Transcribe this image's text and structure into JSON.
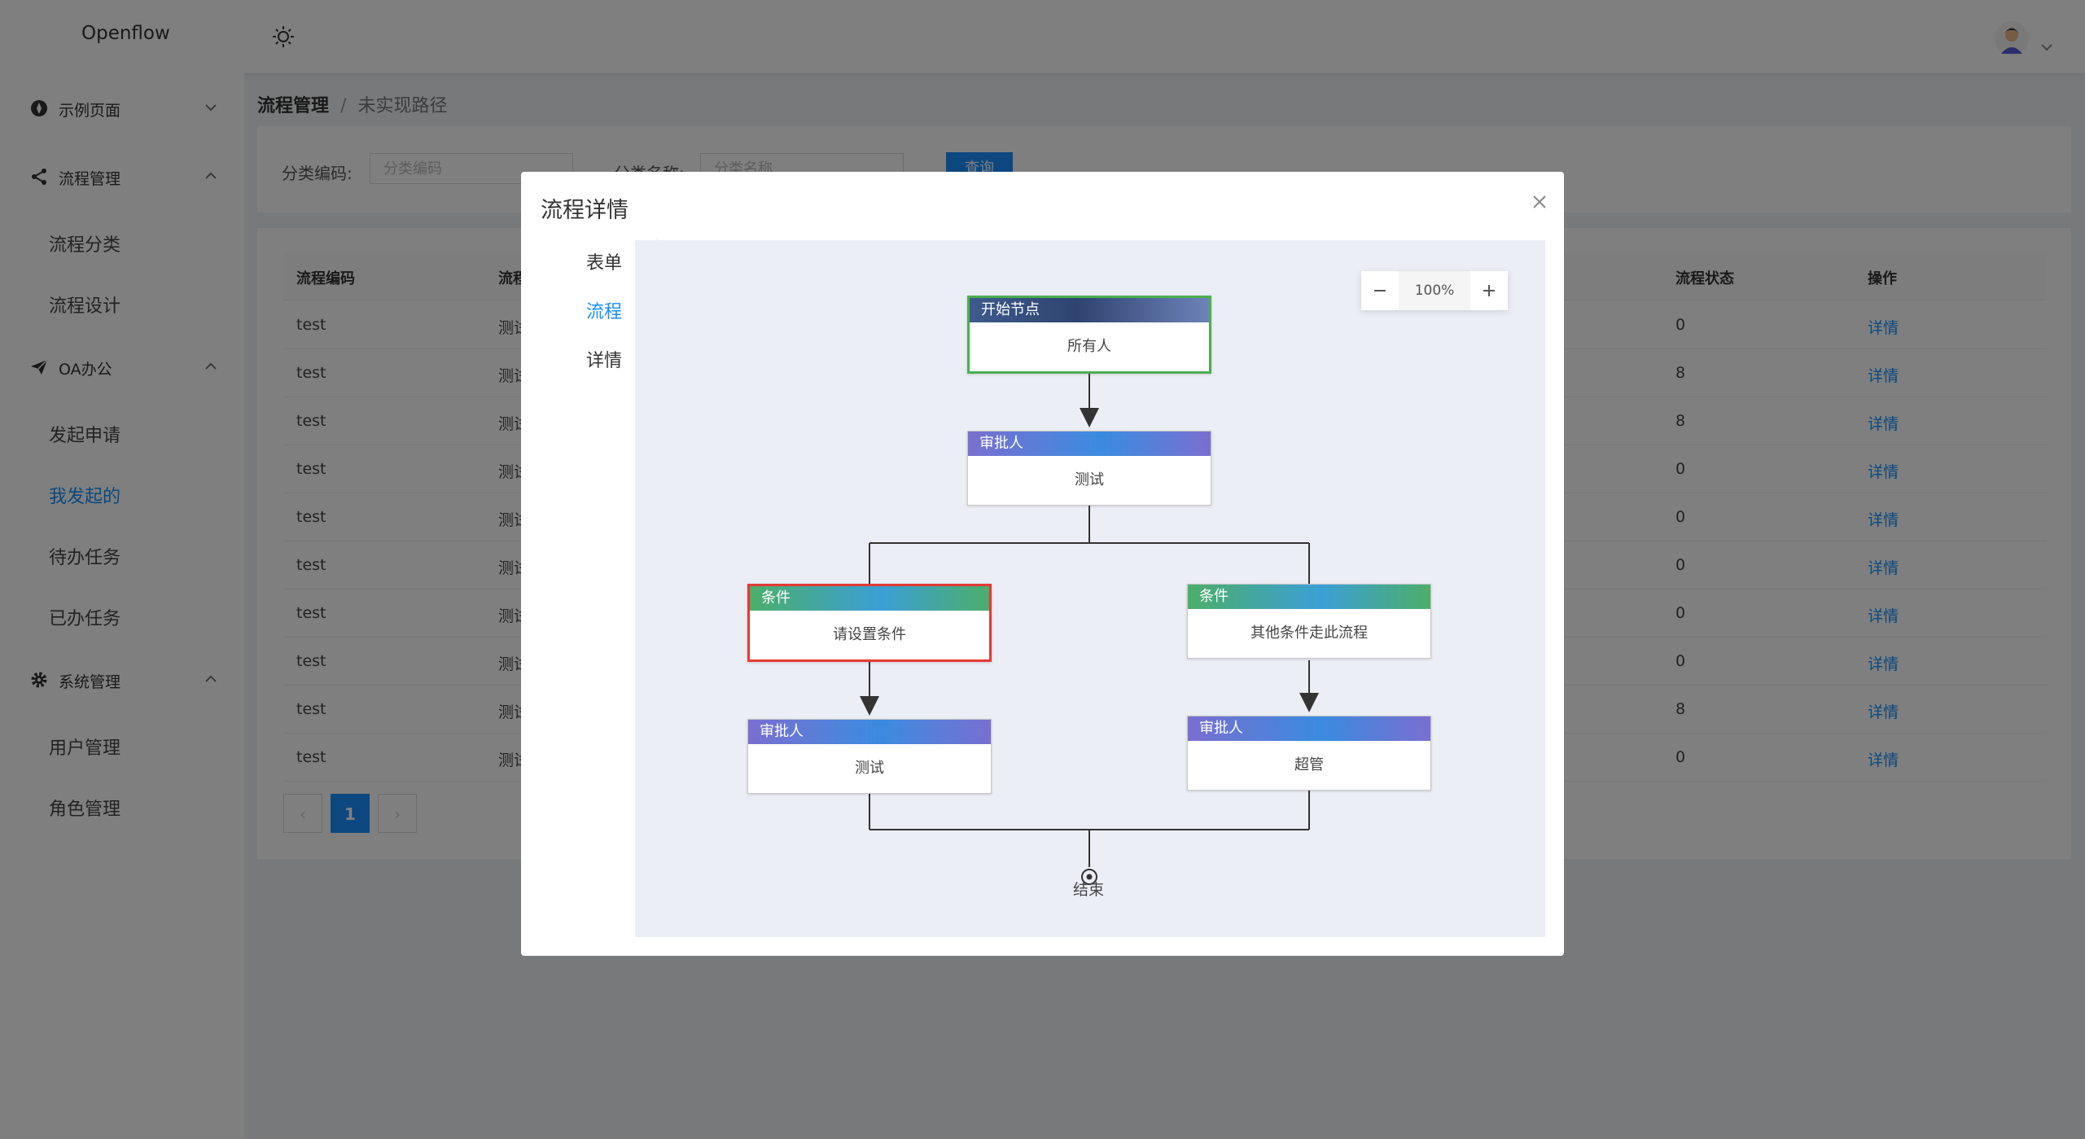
{
  "app": {
    "brand": "Openflow",
    "icons": {
      "theme": "sun-icon",
      "avatar": "user-avatar",
      "caret": "chevron-down-icon"
    }
  },
  "sidebar": {
    "groups": [
      {
        "label": "示例页面",
        "icon": "compass-icon",
        "items": []
      },
      {
        "label": "流程管理",
        "icon": "share-icon",
        "items": [
          "流程分类",
          "流程设计"
        ]
      },
      {
        "label": "OA办公",
        "icon": "paper-plane-icon",
        "items": [
          "发起申请",
          "我发起的",
          "待办任务",
          "已办任务"
        ]
      },
      {
        "label": "系统管理",
        "icon": "gear-icon",
        "items": [
          "用户管理",
          "角色管理"
        ]
      }
    ],
    "active_item": "我发起的"
  },
  "breadcrumb": {
    "parent": "流程管理",
    "separator": "/",
    "current": "未实现路径"
  },
  "search": {
    "code_label": "分类编码:",
    "code_placeholder": "分类编码",
    "name_label": "分类名称:",
    "name_placeholder": "分类名称",
    "query_button": "查询"
  },
  "table": {
    "headers": [
      "流程编码",
      "流程",
      "流程状态",
      "操作"
    ],
    "rows": [
      {
        "code": "test",
        "name": "测试",
        "status": "0",
        "action": "详情"
      },
      {
        "code": "test",
        "name": "测试",
        "status": "8",
        "action": "详情"
      },
      {
        "code": "test",
        "name": "测试",
        "status": "8",
        "action": "详情"
      },
      {
        "code": "test",
        "name": "测试",
        "status": "0",
        "action": "详情"
      },
      {
        "code": "test",
        "name": "测试",
        "status": "0",
        "action": "详情"
      },
      {
        "code": "test",
        "name": "测试",
        "status": "0",
        "action": "详情"
      },
      {
        "code": "test",
        "name": "测试",
        "status": "0",
        "action": "详情"
      },
      {
        "code": "test",
        "name": "测试",
        "status": "0",
        "action": "详情"
      },
      {
        "code": "test",
        "name": "测试",
        "status": "8",
        "action": "详情"
      },
      {
        "code": "test",
        "name": "测试",
        "status": "0",
        "action": "详情"
      }
    ],
    "pagination": {
      "prev": "‹",
      "current": "1",
      "next": "›"
    }
  },
  "modal": {
    "title": "流程详情",
    "tabs": [
      "表单",
      "流程",
      "详情"
    ],
    "active_tab": "流程",
    "zoom": {
      "minus": "−",
      "value": "100%",
      "plus": "+"
    },
    "flow": {
      "start": {
        "header": "开始节点",
        "body": "所有人"
      },
      "approver_main": {
        "header": "审批人",
        "body": "测试"
      },
      "cond_left": {
        "header": "条件",
        "body": "请设置条件"
      },
      "cond_right": {
        "header": "条件",
        "body": "其他条件走此流程"
      },
      "approver_left": {
        "header": "审批人",
        "body": "测试"
      },
      "approver_right": {
        "header": "审批人",
        "body": "超管"
      },
      "end": "结束"
    }
  },
  "colors": {
    "accent": "#1890ff",
    "start_border": "#4caf50",
    "selected_border": "#e53935"
  }
}
